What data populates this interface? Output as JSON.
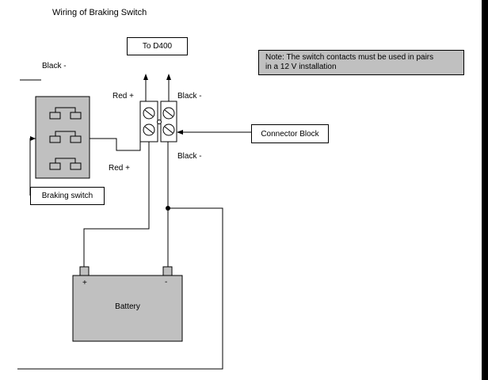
{
  "title": "Wiring of Braking Switch",
  "boxes": {
    "to_d400": "To D400",
    "connector_block": "Connector Block",
    "braking_switch": "Braking switch"
  },
  "note": {
    "line1": "Note: The switch contacts must be used in pairs",
    "line2": "in a 12 V installation"
  },
  "labels": {
    "black_left": "Black -",
    "red_top": "Red +",
    "black_top": "Black -",
    "red_mid": "Red +",
    "black_mid": "Black -"
  },
  "battery": {
    "label": "Battery",
    "plus": "+",
    "minus": "-"
  },
  "colors": {
    "background": "#ffffff",
    "frame": "#000000",
    "battery_fill": "#c0c0c0",
    "switch_fill": "#c0c0c0",
    "note_fill": "#c0c0c0"
  }
}
